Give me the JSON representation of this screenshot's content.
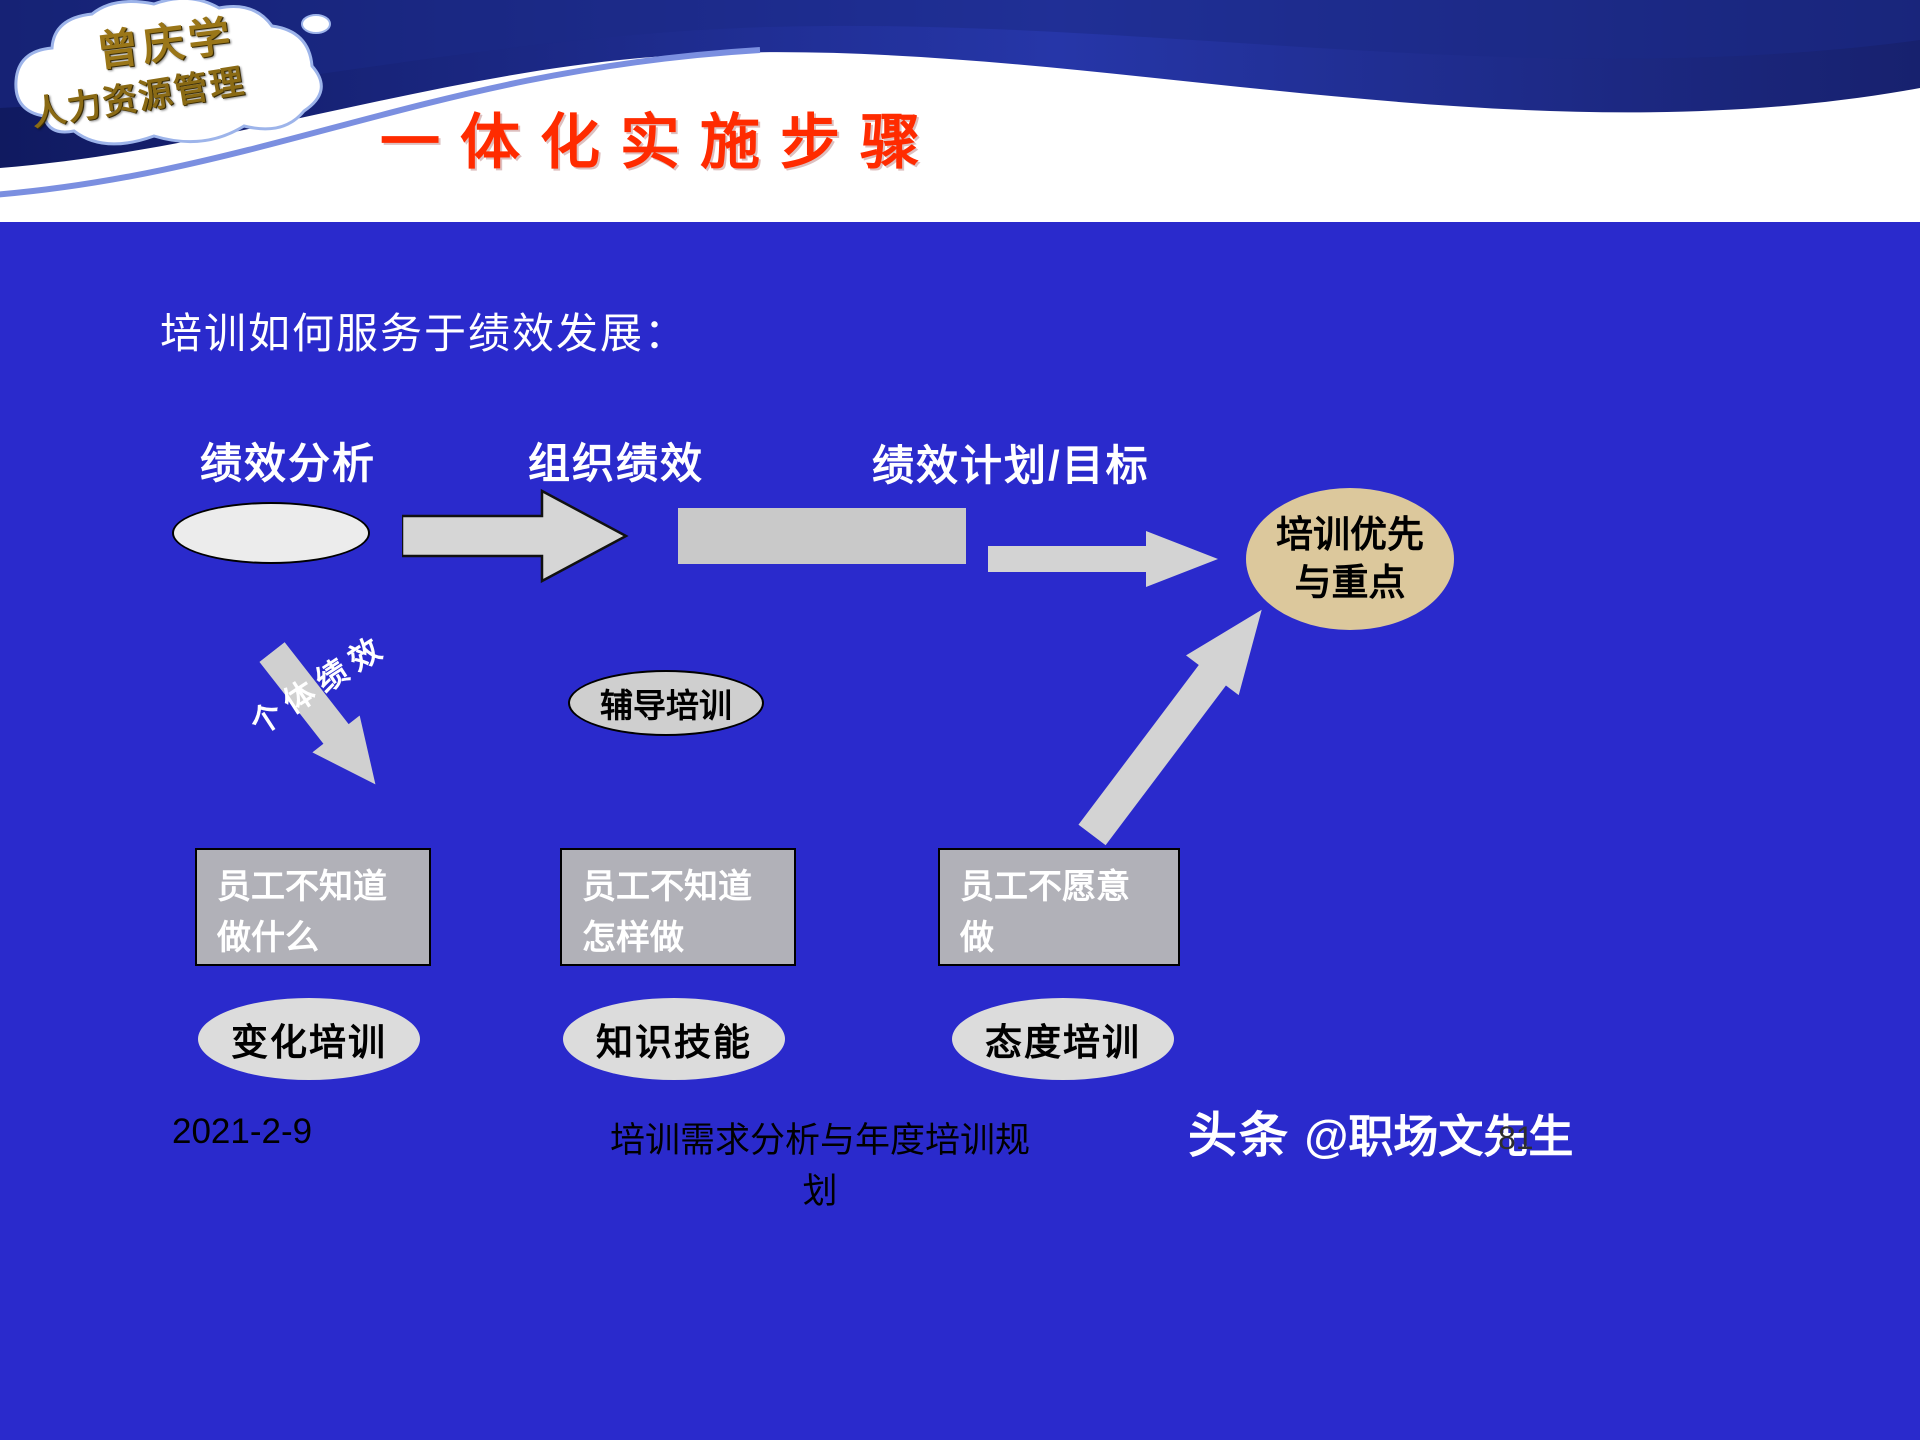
{
  "logo": {
    "line1": "曾庆学",
    "line2": "人力资源管理"
  },
  "title": "一体化实施步骤",
  "lead": "培训如何服务于绩效发展：",
  "flow": {
    "labels": [
      "绩效分析",
      "组织绩效",
      "绩效计划/目标"
    ],
    "individual_performance_label": "个体绩效",
    "coaching": "辅导培训",
    "priority": {
      "line1": "培训优先",
      "line2": "与重点"
    },
    "boxes": [
      {
        "line1": "员工不知道",
        "line2": "做什么"
      },
      {
        "line1": "员工不知道",
        "line2": "怎样做"
      },
      {
        "line1": "员工不愿意",
        "line2": "做"
      }
    ],
    "trainings": [
      "变化培训",
      "知识技能",
      "态度培训"
    ]
  },
  "footer": {
    "date": "2021-2-9",
    "doc_title": "培训需求分析与年度培训规划",
    "brand": "头条",
    "handle": "@职场文先生",
    "page": "81"
  },
  "colors": {
    "body_bg": "#2a2acc",
    "header_navy": "#17216e",
    "title_red": "#ff2b00",
    "shape_gray": "#d3d3d3",
    "priority_tan": "#dcc89c"
  }
}
